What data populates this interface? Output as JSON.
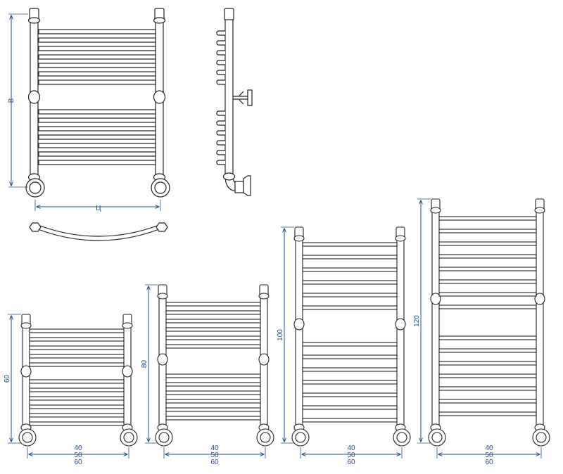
{
  "colors": {
    "line": "#222222",
    "dim": "#1e4f8f",
    "background": "#ffffff"
  },
  "top_drawing": {
    "height_label": "В",
    "width_label": "Ц"
  },
  "sizes": [
    {
      "height": "60",
      "widths": [
        "40",
        "50",
        "60"
      ]
    },
    {
      "height": "80",
      "widths": [
        "40",
        "50",
        "60"
      ]
    },
    {
      "height": "100",
      "widths": [
        "40",
        "50",
        "60"
      ]
    },
    {
      "height": "120",
      "widths": [
        "40",
        "50",
        "60"
      ]
    }
  ]
}
